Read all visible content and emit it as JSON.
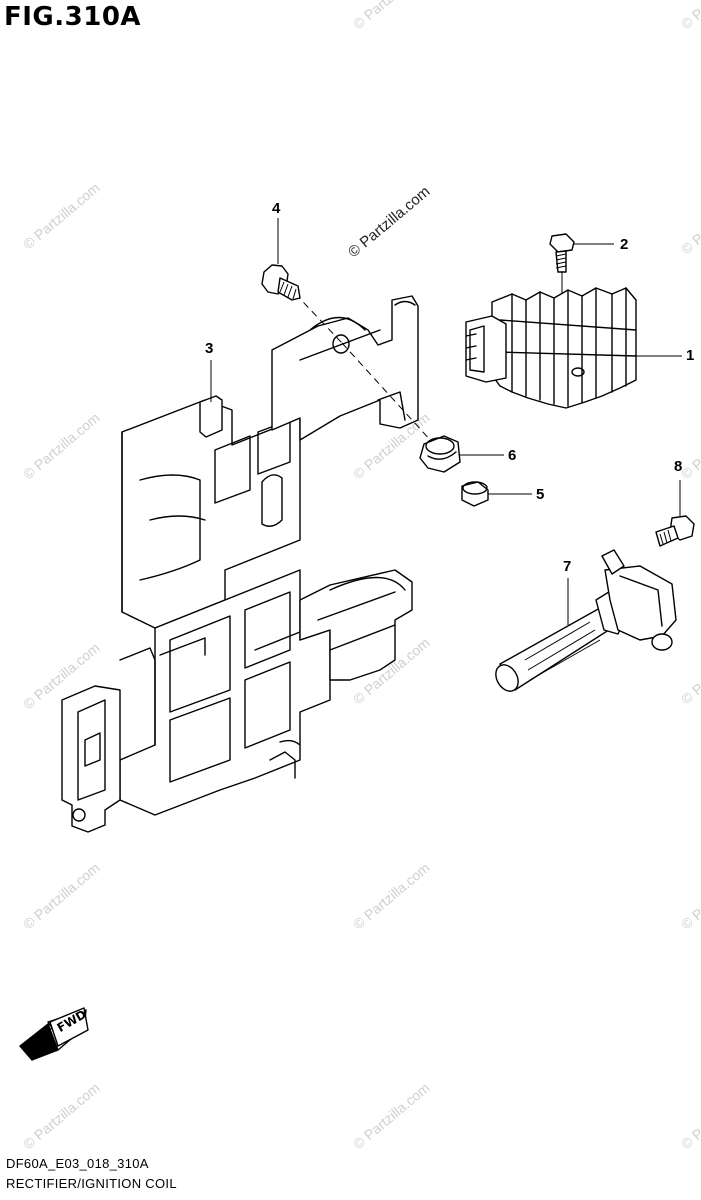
{
  "figure": {
    "title": "FIG.310A",
    "code": "DF60A_E03_018_310A",
    "name": "RECTIFIER/IGNITION COIL"
  },
  "watermark": {
    "main": "© Partzilla.com",
    "repeat": "© Partzilla.com"
  },
  "fwd_label": "FWD",
  "callouts": [
    "1",
    "2",
    "3",
    "4",
    "5",
    "6",
    "7",
    "8"
  ]
}
